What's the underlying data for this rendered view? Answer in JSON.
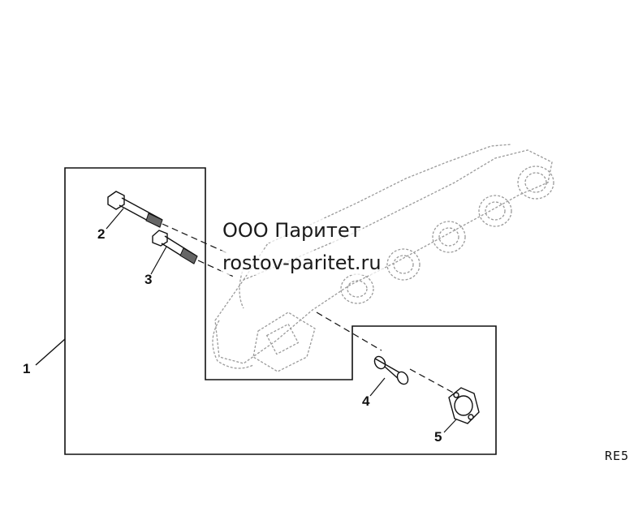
{
  "watermark": {
    "line1": "ООО Паритет",
    "line2": "rostov-paritet.ru"
  },
  "drawing_code": "RE5",
  "callouts": [
    "1",
    "2",
    "3",
    "4",
    "5"
  ],
  "parts_shown": [
    "bolt",
    "bolt",
    "sleeve",
    "gasket",
    "exhaust-manifold"
  ]
}
